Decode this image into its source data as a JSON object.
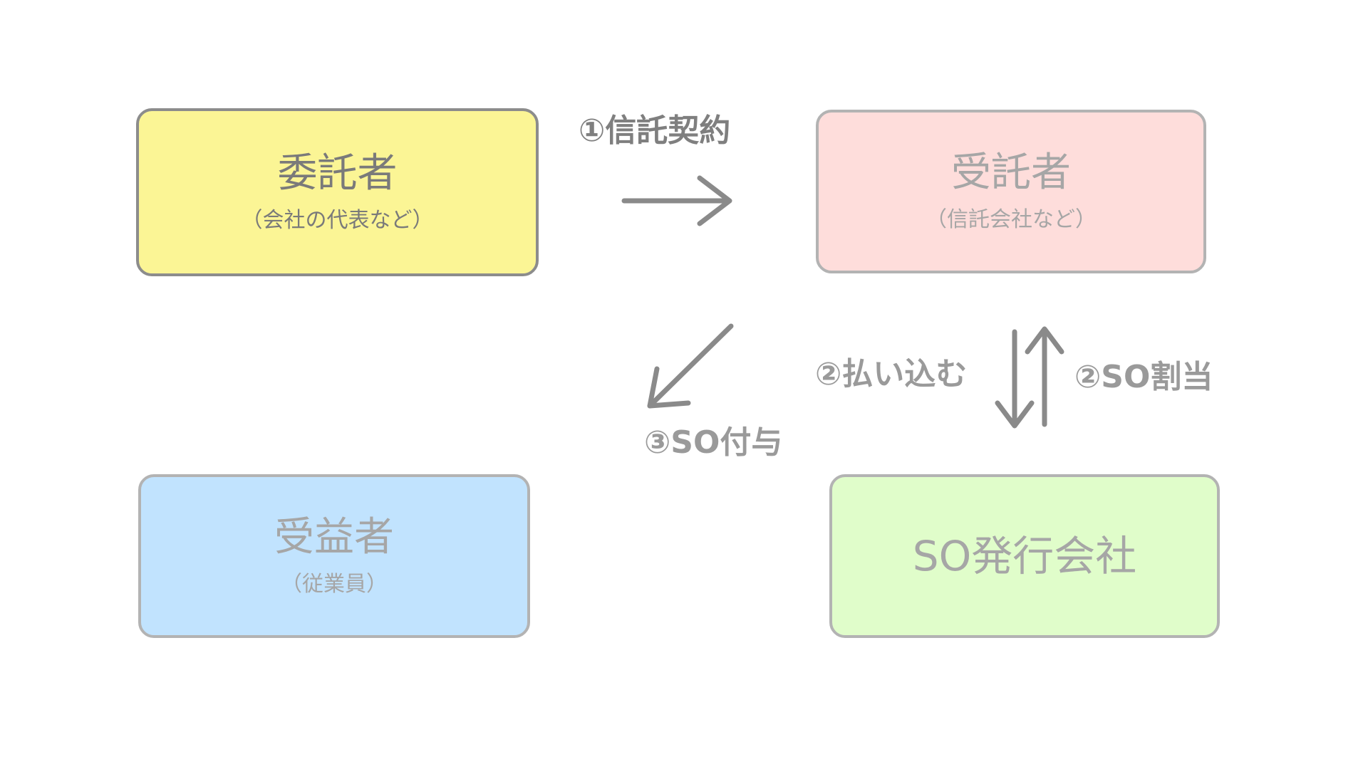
{
  "boxes": {
    "itakusha": {
      "title": "委託者",
      "sub": "（会社の代表など）"
    },
    "jutakusha": {
      "title": "受託者",
      "sub": "（信託会社など）"
    },
    "juekisha": {
      "title": "受益者",
      "sub": "（従業員）"
    },
    "hakkou": {
      "title": "SO発行会社"
    }
  },
  "labels": {
    "shintaku": "①信託契約",
    "haraikomu": "②払い込む",
    "wariate": "②SO割当",
    "fuyo": "③SO付与"
  },
  "colors": {
    "itakusha_fill": "#fbf595",
    "jutakusha_fill": "#fedddb",
    "juekisha_fill": "#c1e3fe",
    "hakkou_fill": "#e0fdca",
    "arrow": "#8a8a8a"
  }
}
